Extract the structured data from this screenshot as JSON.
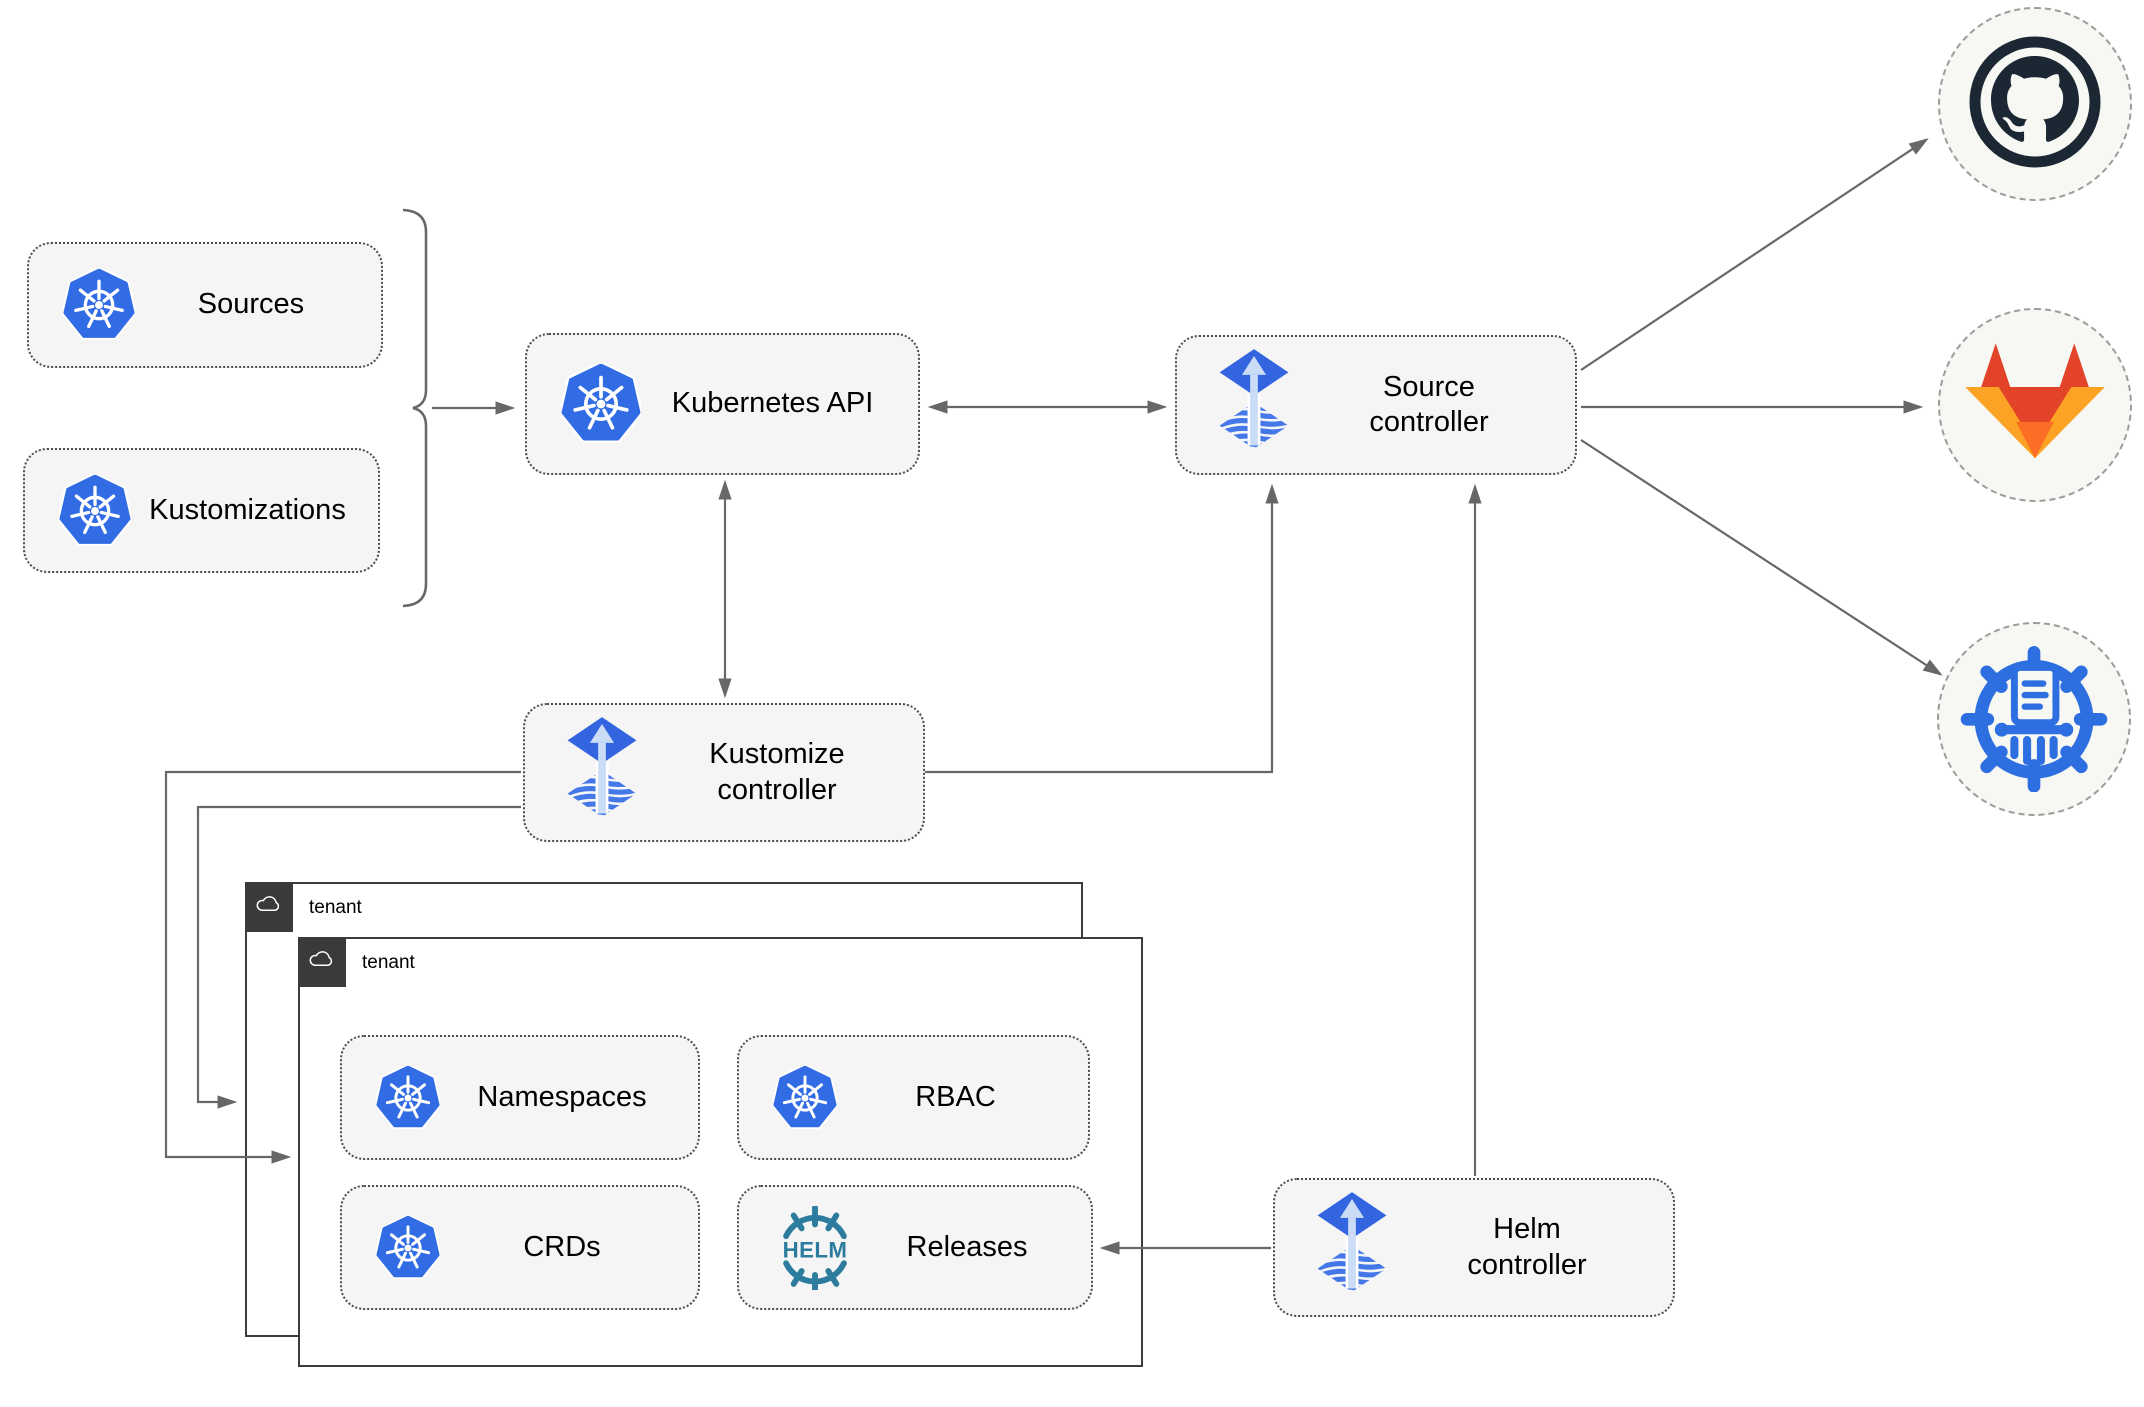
{
  "diagram": {
    "nodes": {
      "sources": {
        "label": "Sources",
        "icon": "kubernetes-icon"
      },
      "kustomizations": {
        "label": "Kustomizations",
        "icon": "kubernetes-icon"
      },
      "kubernetes_api": {
        "label": "Kubernetes API",
        "icon": "kubernetes-icon"
      },
      "source_controller": {
        "label": "Source controller",
        "icon": "flux-icon"
      },
      "kustomize_controller": {
        "label": "Kustomize controller",
        "icon": "flux-icon"
      },
      "helm_controller": {
        "label": "Helm controller",
        "icon": "flux-icon"
      },
      "namespaces": {
        "label": "Namespaces",
        "icon": "kubernetes-icon"
      },
      "rbac": {
        "label": "RBAC",
        "icon": "kubernetes-icon"
      },
      "crds": {
        "label": "CRDs",
        "icon": "kubernetes-icon"
      },
      "releases": {
        "label": "Releases",
        "icon": "helm-icon"
      }
    },
    "groups": {
      "tenant_outer": {
        "label": "tenant",
        "icon": "cloud-icon"
      },
      "tenant_inner": {
        "label": "tenant",
        "icon": "cloud-icon"
      }
    },
    "externals": {
      "github": {
        "icon": "github-icon"
      },
      "gitlab": {
        "icon": "gitlab-icon"
      },
      "chartmuseum": {
        "icon": "chartmuseum-icon"
      }
    },
    "helm_logo_text": "HELM",
    "edges": [
      {
        "from": "sources+kustomizations",
        "to": "kubernetes-api",
        "style": "arrow"
      },
      {
        "from": "kubernetes-api",
        "to": "source-controller",
        "style": "bidirectional"
      },
      {
        "from": "kubernetes-api",
        "to": "kustomize-controller",
        "style": "bidirectional"
      },
      {
        "from": "kustomize-controller",
        "to": "source-controller",
        "style": "arrow"
      },
      {
        "from": "helm-controller",
        "to": "source-controller",
        "style": "arrow"
      },
      {
        "from": "source-controller",
        "to": "github",
        "style": "arrow"
      },
      {
        "from": "source-controller",
        "to": "gitlab",
        "style": "arrow"
      },
      {
        "from": "source-controller",
        "to": "chartmuseum",
        "style": "arrow"
      },
      {
        "from": "kustomize-controller",
        "to": "tenant-outer",
        "style": "arrow"
      },
      {
        "from": "kustomize-controller",
        "to": "tenant-inner",
        "style": "arrow"
      },
      {
        "from": "helm-controller",
        "to": "releases",
        "style": "arrow"
      }
    ],
    "colors": {
      "kubernetes_blue": "#326CE5",
      "flux_blue": "#3365E0",
      "flux_stripe": "#4478E8",
      "flux_arrow_light": "#CBDCF7",
      "helm_teal": "#2C7C9E",
      "github_dark": "#1B2834",
      "gitlab_red": "#E24329",
      "gitlab_orange": "#FC6D26",
      "gitlab_yellow": "#FCA326",
      "chartmuseum_blue": "#2D6EE0",
      "arrow_gray": "#676767",
      "node_fill": "#F5F5F5",
      "circle_fill": "#F7F7F3",
      "tenant_header_bg": "#3A3A3A"
    }
  }
}
